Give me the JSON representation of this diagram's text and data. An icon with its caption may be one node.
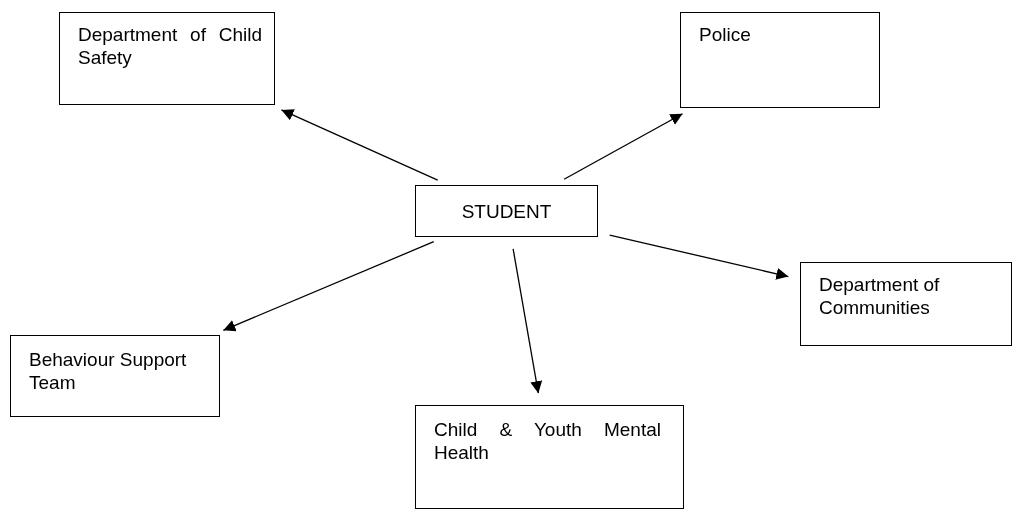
{
  "diagram": {
    "nodes": [
      {
        "text": [
          "Department of Child Safety"
        ]
      },
      {
        "text": [
          "Police"
        ]
      },
      {
        "text": [
          "STUDENT"
        ]
      },
      {
        "text": [
          "Behaviour Support Team"
        ]
      },
      {
        "text": [
          "Child & Youth Mental Health"
        ]
      },
      {
        "text": [
          "Department of Communities"
        ]
      }
    ],
    "edges": [
      {
        "from": 2,
        "to": 0,
        "arrow": "to"
      },
      {
        "from": 2,
        "to": 1,
        "arrow": "to"
      },
      {
        "from": 2,
        "to": 3,
        "arrow": "to"
      },
      {
        "from": 2,
        "to": 4,
        "arrow": "to"
      },
      {
        "from": 2,
        "to": 5,
        "arrow": "to"
      }
    ]
  }
}
